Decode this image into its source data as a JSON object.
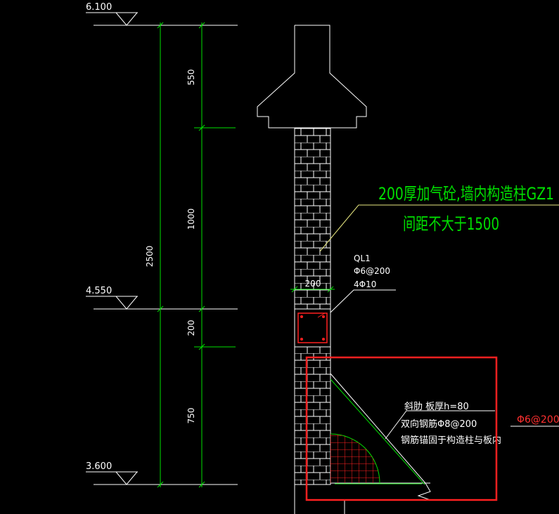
{
  "levels": {
    "top": "6.100",
    "mid": "4.550",
    "bottom": "3.600"
  },
  "dimensions": {
    "d550": "550",
    "d1000": "1000",
    "d200": "200",
    "d750": "750",
    "total": "2500",
    "wall_width": "200"
  },
  "labels": {
    "wall_note_line1": "200厚加气砼,墙内构造柱GZ1",
    "wall_note_line2": "间距不大于1500",
    "beam_name": "QL1",
    "beam_stirrup": "Φ6@200",
    "beam_bars": "4Φ10",
    "rib_line1": "斜肋 板厚h=80",
    "rib_line2": "双向钢筋Φ8@200",
    "rib_line3": "钢筋锚固于构造柱与板内",
    "rebar_side": "Φ6@200"
  },
  "colors": {
    "drawing": "#ffffff",
    "dimension": "#00e000",
    "highlight": "#ff2020"
  }
}
